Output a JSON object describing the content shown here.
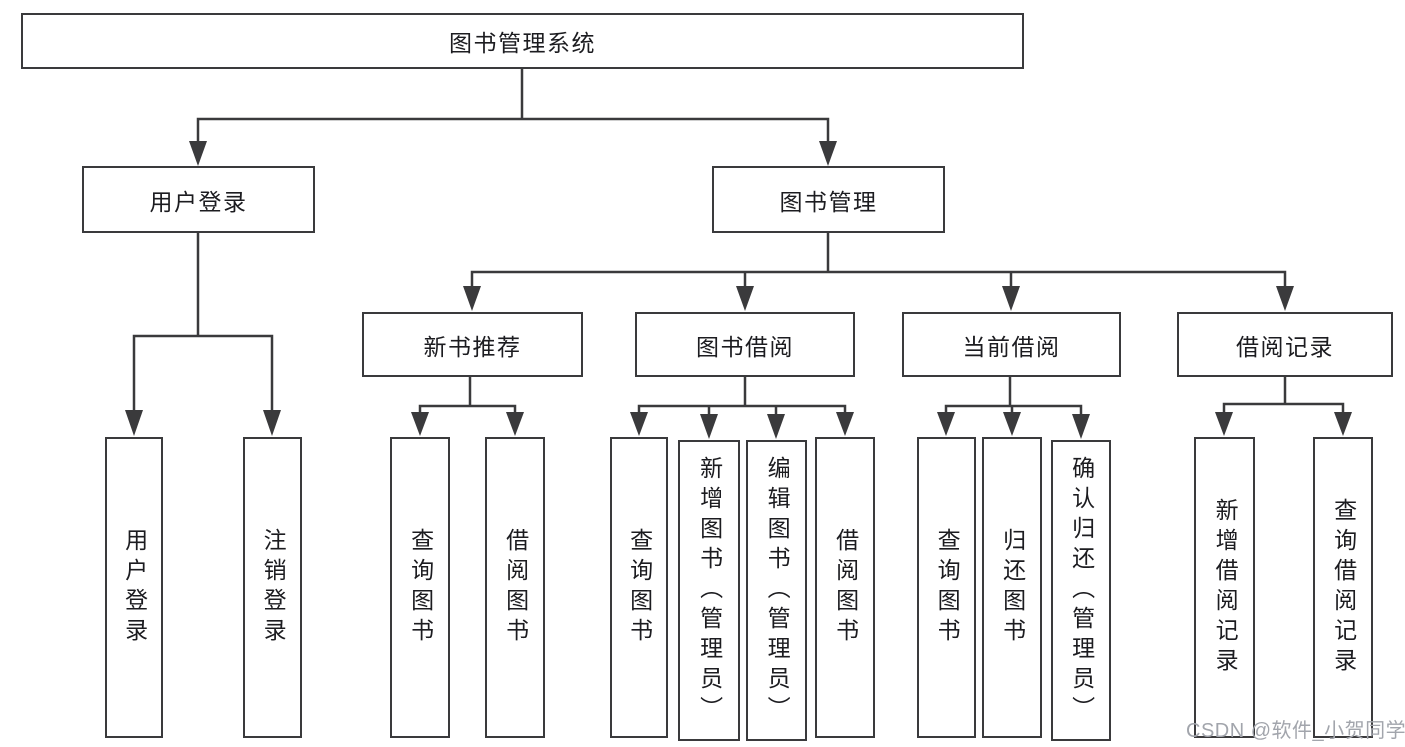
{
  "diagram_title": "图书管理系统",
  "tree": {
    "root": {
      "label": "图书管理系统"
    },
    "branches": [
      {
        "label": "用户登录",
        "children": [
          {
            "label": "用户登录"
          },
          {
            "label": "注销登录"
          }
        ]
      },
      {
        "label": "图书管理",
        "children": [
          {
            "label": "新书推荐",
            "children": [
              {
                "label": "查询图书"
              },
              {
                "label": "借阅图书"
              }
            ]
          },
          {
            "label": "图书借阅",
            "children": [
              {
                "label": "查询图书"
              },
              {
                "label": "新增图书（管理员）"
              },
              {
                "label": "编辑图书（管理员）"
              },
              {
                "label": "借阅图书"
              }
            ]
          },
          {
            "label": "当前借阅",
            "children": [
              {
                "label": "查询图书"
              },
              {
                "label": "归还图书"
              },
              {
                "label": "确认归还（管理员）"
              }
            ]
          },
          {
            "label": "借阅记录",
            "children": [
              {
                "label": "新增借阅记录"
              },
              {
                "label": "查询借阅记录"
              }
            ]
          }
        ]
      }
    ]
  },
  "watermark": {
    "text": "CSDN @软件_小贺同学"
  },
  "colors": {
    "line": "#3a3a3c",
    "node_border": "#3a3a3c",
    "node_fill": "#ffffff",
    "text": "#1c1c20",
    "watermark": "#a2a5ac",
    "background": "#ffffff"
  }
}
